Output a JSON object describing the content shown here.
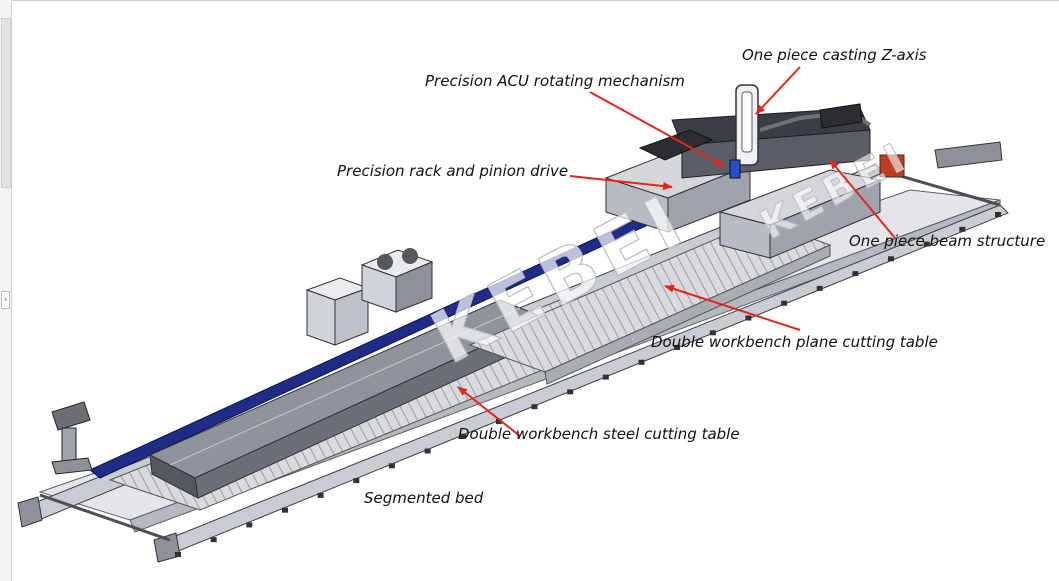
{
  "watermark": "KEBEI",
  "colors": {
    "arrow": "#e32619",
    "rail_blue": "#1f2d86",
    "frame_grey": "#c9ccd2",
    "dark_steel": "#4b4e55"
  },
  "annotations": [
    {
      "id": "z-axis",
      "text": "One piece casting Z-axis"
    },
    {
      "id": "acu",
      "text": "Precision ACU rotating mechanism"
    },
    {
      "id": "rack-pinion",
      "text": "Precision rack and pinion drive"
    },
    {
      "id": "beam",
      "text": "One piece beam structure"
    },
    {
      "id": "plane-table",
      "text": "Double workbench plane cutting table"
    },
    {
      "id": "steel-table",
      "text": "Double workbench steel cutting table"
    },
    {
      "id": "segmented-bed",
      "text": "Segmented bed"
    }
  ]
}
